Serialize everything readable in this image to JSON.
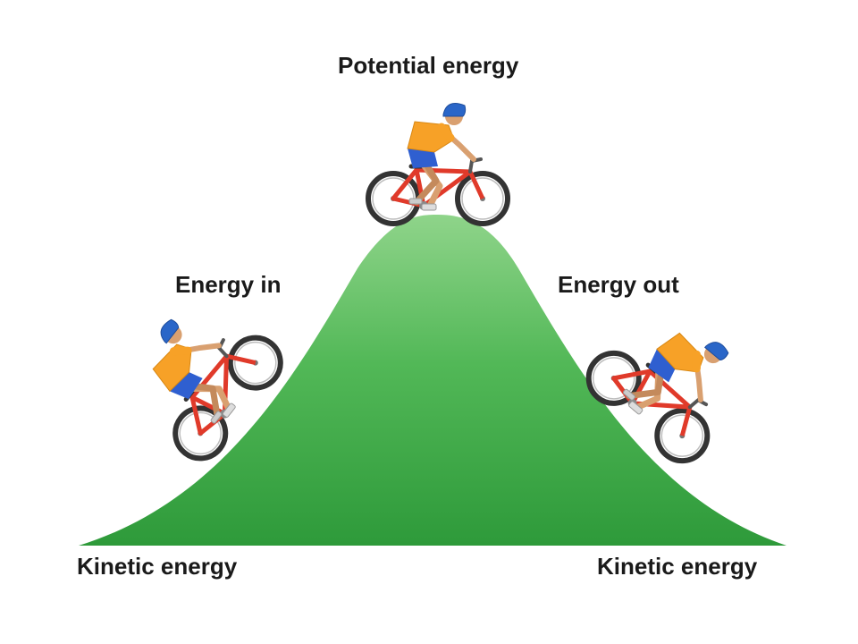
{
  "labels": {
    "potential": "Potential energy",
    "energy_in": "Energy in",
    "energy_out": "Energy out",
    "kinetic_left": "Kinetic energy",
    "kinetic_right": "Kinetic energy"
  },
  "icons": {
    "hill": "green-hill",
    "cyclist": "cyclist-on-bicycle"
  },
  "colors": {
    "hill_top": "#8fd48a",
    "hill_bottom": "#2e9a3a",
    "jersey": "#f7a127",
    "shorts": "#2f5fd0",
    "helmet": "#2a66c8",
    "bike_frame": "#e03a2a",
    "tire": "#333333",
    "skin": "#d9a070"
  }
}
